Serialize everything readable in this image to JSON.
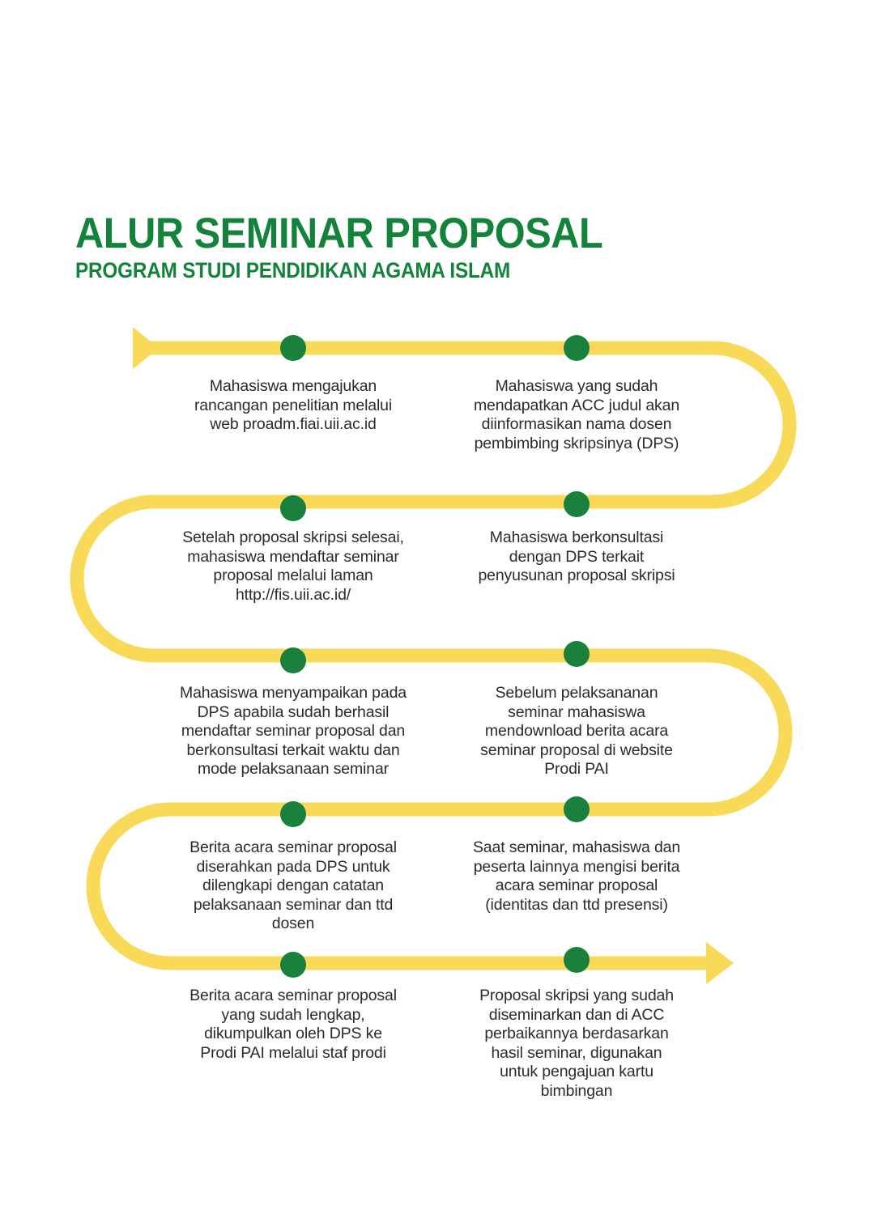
{
  "header": {
    "title": "ALUR SEMINAR PROPOSAL",
    "subtitle": "PROGRAM STUDI PENDIDIKAN AGAMA ISLAM",
    "title_color": "#13833B"
  },
  "theme": {
    "background": "#ffffff",
    "path_color": "#F8D958",
    "node_color": "#19803D",
    "text_color": "#2b2b2b"
  },
  "chart_data": {
    "type": "diagram",
    "title": "ALUR SEMINAR PROPOSAL",
    "subtitle": "PROGRAM STUDI PENDIDIKAN AGAMA ISLAM",
    "layout": "serpentine-flow, 4 rows of 2 nodes, left-to-right then wrapping",
    "node_count": 8,
    "start_marker": "left-pointing arrowhead at row 1 left end",
    "end_marker": "right-pointing arrowhead at row 4 right end"
  },
  "steps": [
    {
      "index": 1,
      "row": 1,
      "column": "left",
      "text": "Mahasiswa mengajukan\nrancangan penelitian melalui\nweb proadm.fiai.uii.ac.id"
    },
    {
      "index": 2,
      "row": 1,
      "column": "right",
      "text": "Mahasiswa yang sudah\nmendapatkan ACC judul akan\ndiinformasikan nama dosen\npembimbing skripsinya (DPS)"
    },
    {
      "index": 3,
      "row": 2,
      "column": "right",
      "text": "Mahasiswa berkonsultasi\ndengan DPS terkait\npenyusunan proposal skripsi"
    },
    {
      "index": 4,
      "row": 2,
      "column": "left",
      "text": "Setelah proposal skripsi selesai,\nmahasiswa mendaftar seminar\nproposal melalui laman\nhttp://fis.uii.ac.id/"
    },
    {
      "index": 5,
      "row": 3,
      "column": "left",
      "text": "Mahasiswa menyampaikan pada\nDPS apabila sudah berhasil\nmendaftar seminar proposal dan\nberkonsultasi terkait waktu dan\nmode pelaksanaan seminar"
    },
    {
      "index": 6,
      "row": 3,
      "column": "right",
      "text": "Sebelum pelaksananan\nseminar mahasiswa\nmendownload berita acara\nseminar proposal di website\nProdi PAI"
    },
    {
      "index": 7,
      "row": 4,
      "column": "right",
      "text": "Saat seminar, mahasiswa dan\npeserta lainnya mengisi berita\nacara seminar proposal\n(identitas dan ttd presensi)"
    },
    {
      "index": 8,
      "row": 4,
      "column": "left",
      "text": "Berita acara seminar proposal\ndiserahkan pada DPS untuk\ndilengkapi dengan catatan\npelaksanaan seminar dan ttd\ndosen"
    },
    {
      "index": 9,
      "row": 5,
      "column": "left",
      "text": "Berita acara seminar proposal\nyang sudah lengkap,\ndikumpulkan oleh DPS ke\nProdi PAI melalui staf prodi"
    },
    {
      "index": 10,
      "row": 5,
      "column": "right",
      "text": "Proposal skripsi yang sudah\ndiseminarkan dan di ACC\nperbaikannya berdasarkan\nhasil seminar, digunakan\nuntuk pengajuan kartu\nbimbingan"
    }
  ]
}
